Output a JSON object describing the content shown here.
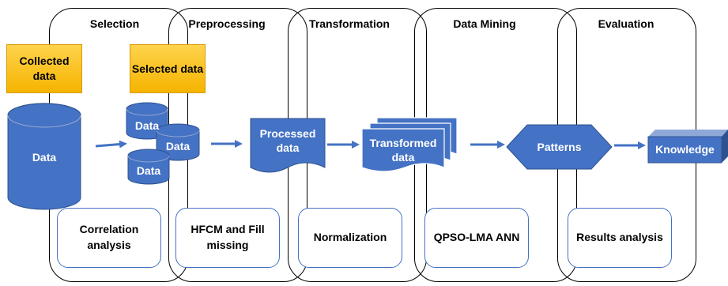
{
  "stages": [
    {
      "title": "Selection",
      "method": "Correlation analysis"
    },
    {
      "title": "Preprocessing",
      "method": "HFCM and Fill missing"
    },
    {
      "title": "Transformation",
      "method": "Normalization"
    },
    {
      "title": "Data Mining",
      "method": "QPSO-LMA ANN"
    },
    {
      "title": "Evaluation",
      "method": "Results analysis"
    }
  ],
  "labels": {
    "collected_data": "Collected data",
    "selected_data": "Selected data",
    "data_main": "Data",
    "data_1": "Data",
    "data_2": "Data",
    "data_3": "Data",
    "processed_data": "Processed data",
    "transformed_data": "Transformed data",
    "patterns": "Patterns",
    "knowledge": "Knowledge"
  },
  "colors": {
    "shape_fill": "#4472c4",
    "shape_stroke": "#2f528f",
    "arrow": "#4472c4",
    "gold": "#f5b400"
  }
}
